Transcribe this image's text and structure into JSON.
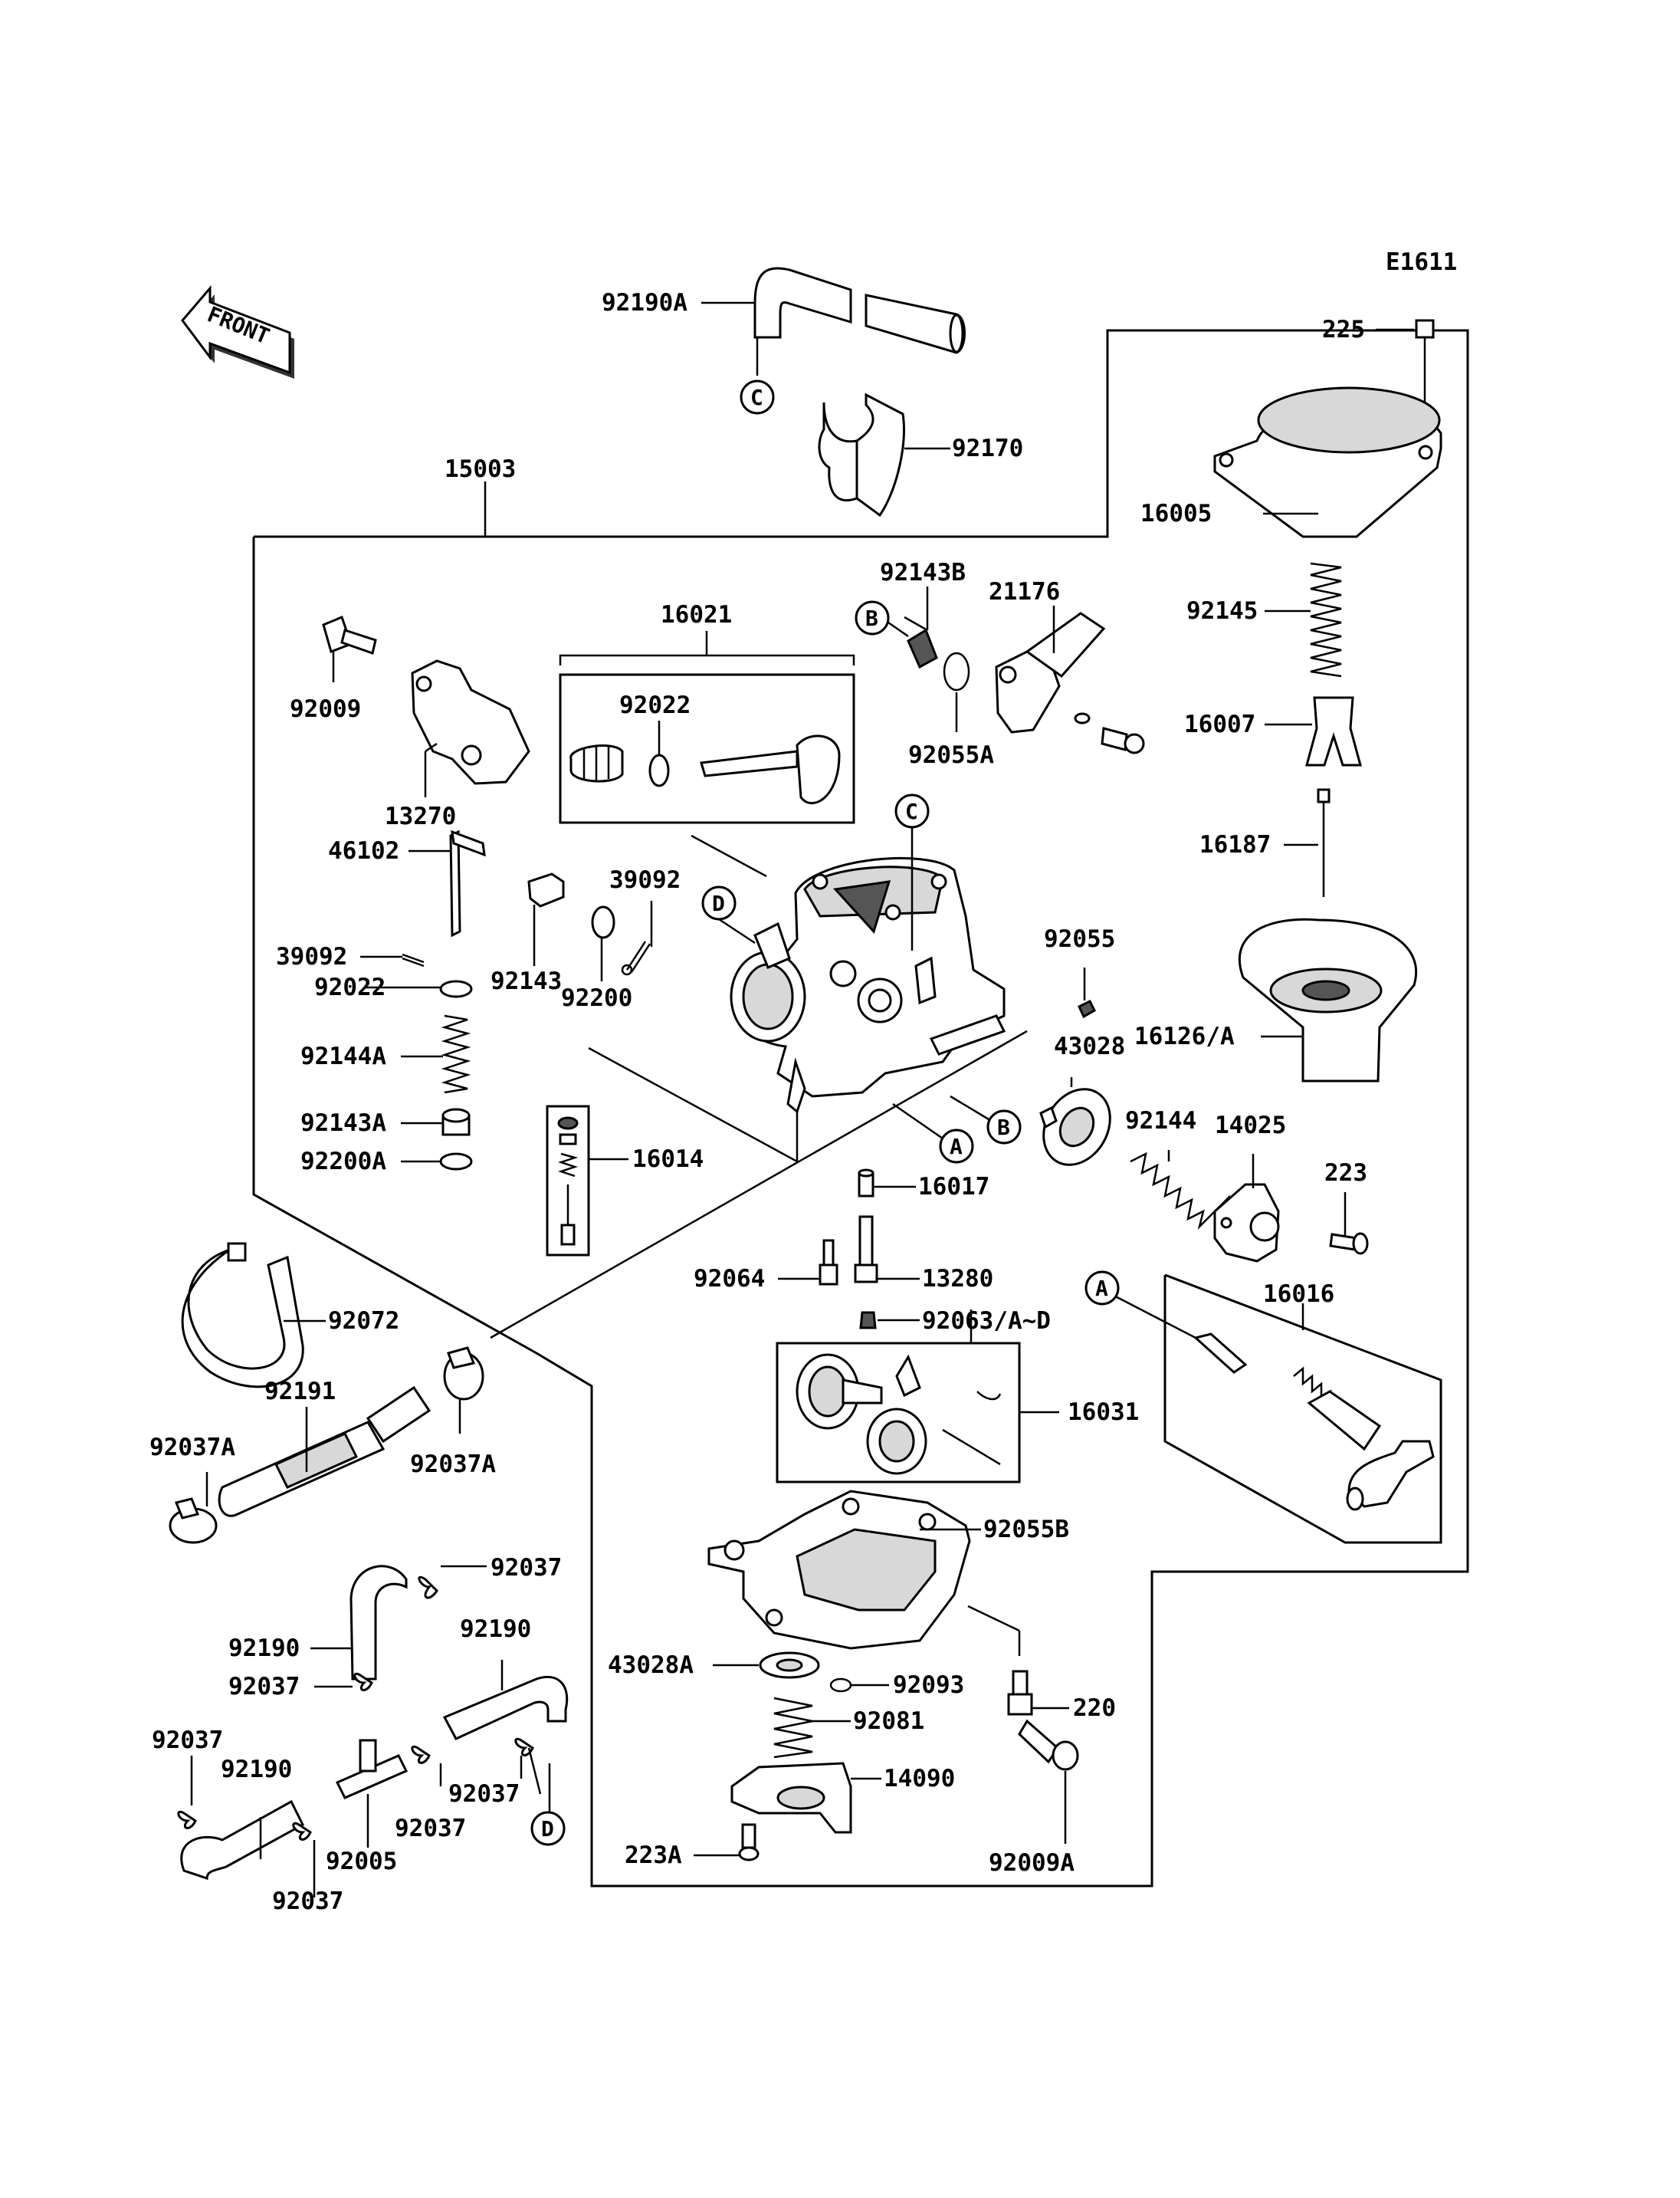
{
  "figure_code": "E1611",
  "front_label": "FRONT",
  "labels": {
    "p92190A": "92190A",
    "p92170": "92170",
    "p225": "225",
    "p15003": "15003",
    "p16005": "16005",
    "p92143B": "92143B",
    "p21176": "21176",
    "p92145": "92145",
    "p16021": "16021",
    "p92009": "92009",
    "p92022a": "92022",
    "p92055A": "92055A",
    "p16007": "16007",
    "p13270": "13270",
    "p46102": "46102",
    "p39092a": "39092",
    "p16187": "16187",
    "p92055": "92055",
    "p39092b": "39092",
    "p92143": "92143",
    "p92022b": "92022",
    "p92200": "92200",
    "p43028": "43028",
    "p16126A": "16126/A",
    "p92144A": "92144A",
    "p92144": "92144",
    "p14025": "14025",
    "p92143A": "92143A",
    "p16014": "16014",
    "p92200A": "92200A",
    "p223": "223",
    "p16017": "16017",
    "p92064": "92064",
    "p13280": "13280",
    "p16016": "16016",
    "p92072": "92072",
    "p92063AD": "92063/A~D",
    "p92191": "92191",
    "p16031": "16031",
    "p92037Aa": "92037A",
    "p92037Ab": "92037A",
    "p92055B": "92055B",
    "p92037a": "92037",
    "p92190a": "92190",
    "p92190b": "92190",
    "p92037b": "92037",
    "p43028A": "43028A",
    "p92093": "92093",
    "p220": "220",
    "p92081": "92081",
    "p92037c": "92037",
    "p92190c": "92190",
    "p92037d": "92037",
    "p14090": "14090",
    "p92037e": "92037",
    "p92005": "92005",
    "p223A": "223A",
    "p92009A": "92009A",
    "p92037f": "92037"
  },
  "refs": {
    "c_top": "C",
    "b_left": "B",
    "c_mid": "C",
    "d_mid": "D",
    "a_body": "A",
    "b_body": "B",
    "a_right": "A",
    "d_bottom": "D"
  }
}
